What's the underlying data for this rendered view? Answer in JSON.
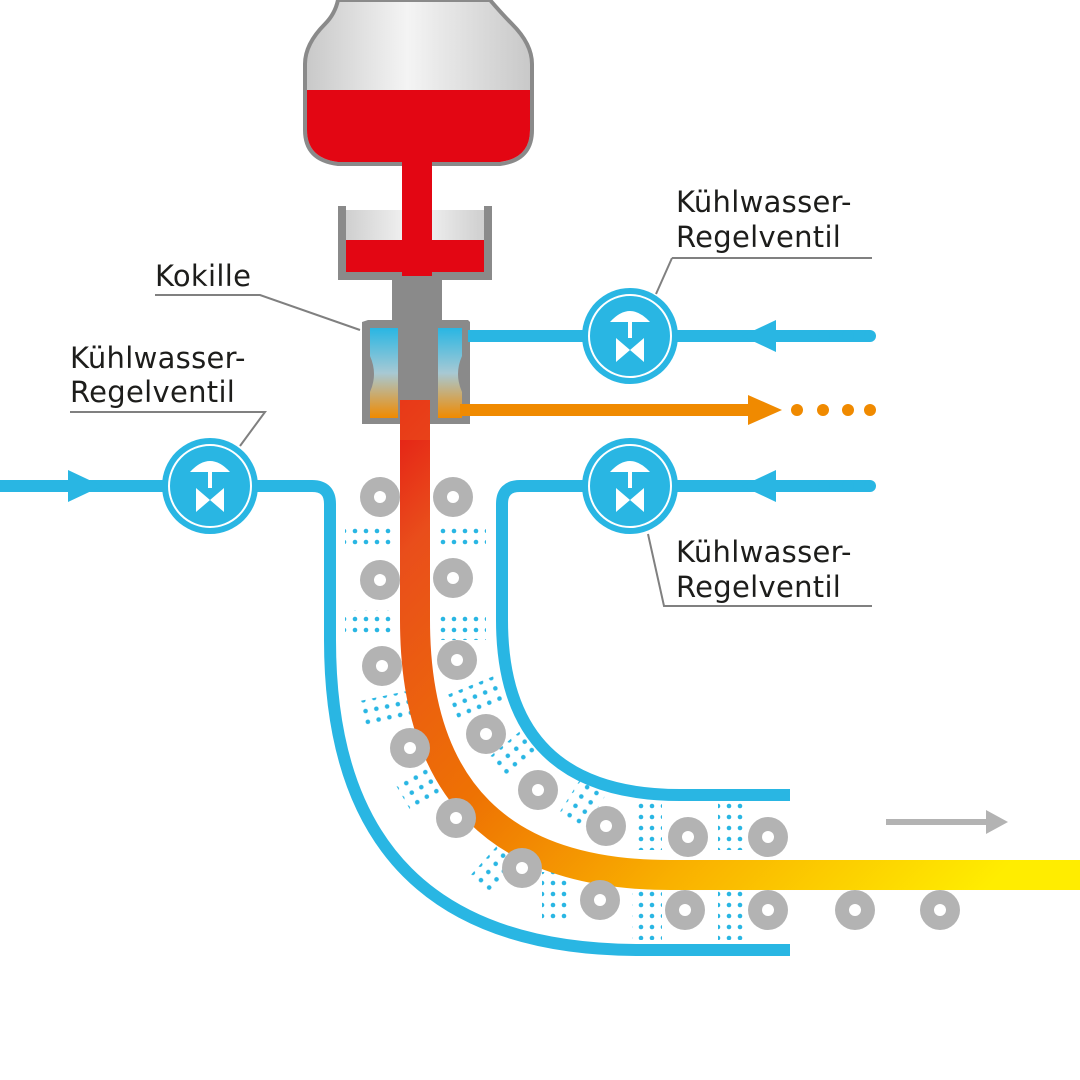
{
  "labels": {
    "mold": "Kokille",
    "valve_top_line1": "Kühlwasser-",
    "valve_top_line2": "Regelventil",
    "valve_left_line1": "Kühlwasser-",
    "valve_left_line2": "Regelventil",
    "valve_bottom_line1": "Kühlwasser-",
    "valve_bottom_line2": "Regelventil"
  },
  "colors": {
    "water": "#29b6e3",
    "steel_hot": "#e30613",
    "steel_mid": "#ee7203",
    "steel_cool": "#ffed00",
    "outflow": "#f08a00",
    "roller": "#b3b3b3",
    "vessel": "#d9d9d9",
    "leader_line": "#808080"
  },
  "icons": {
    "valve": "control-valve-icon",
    "flow_arrow": "arrow-icon",
    "roller": "roller-icon"
  }
}
